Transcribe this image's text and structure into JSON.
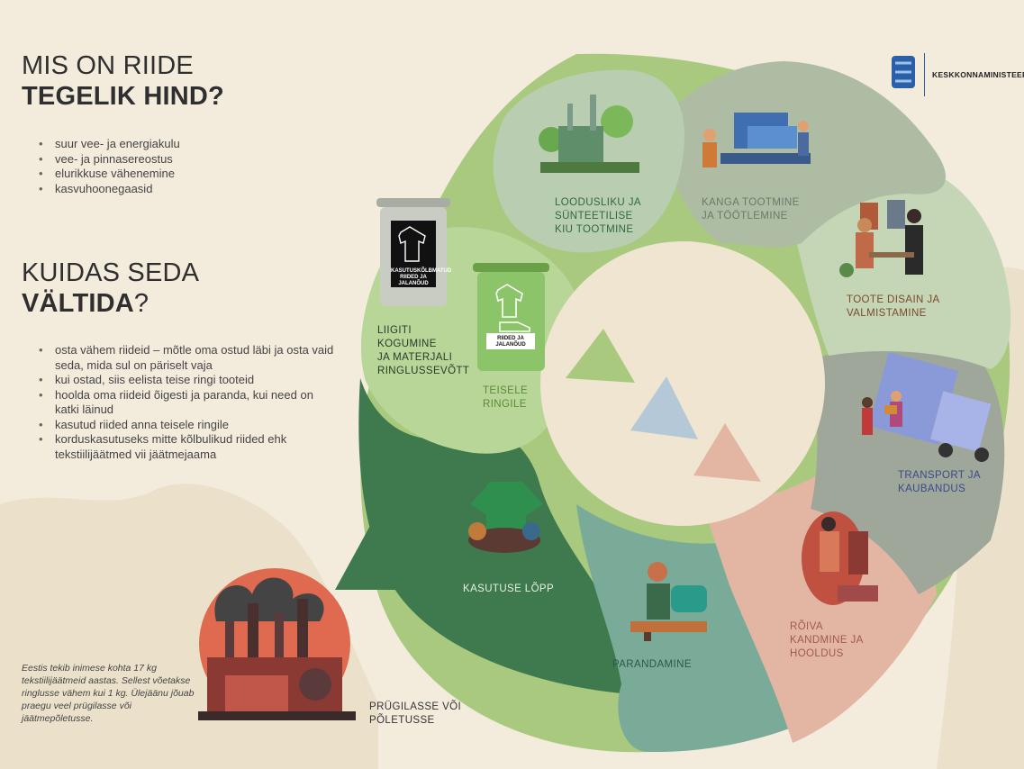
{
  "header": {
    "title_line1": "MIS ON RIIDE",
    "title_line2": "TEGELIK HIND?",
    "bullets": [
      "suur vee- ja energiakulu",
      "vee- ja pinnasereostus",
      "elurikkuse vähenemine",
      "kasvuhoonegaasid"
    ]
  },
  "prevent": {
    "title_line1": "KUIDAS SEDA",
    "title_bold": "VÄLTIDA",
    "title_suffix": "?",
    "bullets": [
      "osta vähem riideid – mõtle oma ostud läbi ja osta vaid seda, mida sul on päriselt vaja",
      "kui ostad, siis eelista teise ringi tooteid",
      "hoolda oma riideid õigesti ja paranda, kui need on katki läinud",
      "kasutud riided anna teisele ringile",
      "korduskasutuseks mitte kõlbulikud riided ehk tekstiilijäätmed vii jäätmejaama"
    ]
  },
  "logo": {
    "text": "KESKKONNAMINISTEERIUM"
  },
  "cycle": {
    "stage_fiber": "LOODUSLIKU JA\nSÜNTEETILISE\nKIU TOOTMINE",
    "stage_fabric": "KANGA TOOTMINE\nJA TÖÖTLEMINE",
    "stage_design": "TOOTE DISAIN JA\nVALMISTAMINE",
    "stage_transport": "TRANSPORT JA\nKAUBANDUS",
    "stage_wearing": "RÕIVA\nKANDMINE JA\nHOOLDUS",
    "stage_repair": "PARANDAMINE",
    "stage_endofuse": "KASUTUSE LÕPP",
    "stage_collection": "LIIGITI\nKOGUMINE\nJA MATERJALI\nRINGLUSSEVÕTT",
    "stage_secondhand": "TEISELE\nRINGILE",
    "stage_landfill": "PRÜGILASSE VÕI\nPÕLETUSSE"
  },
  "bins": {
    "grey_label": "KASUTUSKÕLBMATUD RIIDED JA JALANÕUD",
    "green_label": "RIIDED JA JALANÕUD"
  },
  "note": "Eestis tekib inimese kohta 17 kg tekstiilijäätmeid aastas. Sellest võetakse ringlusse vähem kui 1 kg. Ülejäänu jõuab praegu veel prügilasse või jäätmepõletusse.",
  "colors": {
    "background": "#f3ecdd",
    "light_green": "#9fc47a",
    "dark_green": "#3f7a4f",
    "teal": "#7aab98",
    "salmon": "#e3b6a4",
    "grey": "#9ea79a",
    "sage": "#b9cdb0",
    "center": "#efe5d1"
  }
}
